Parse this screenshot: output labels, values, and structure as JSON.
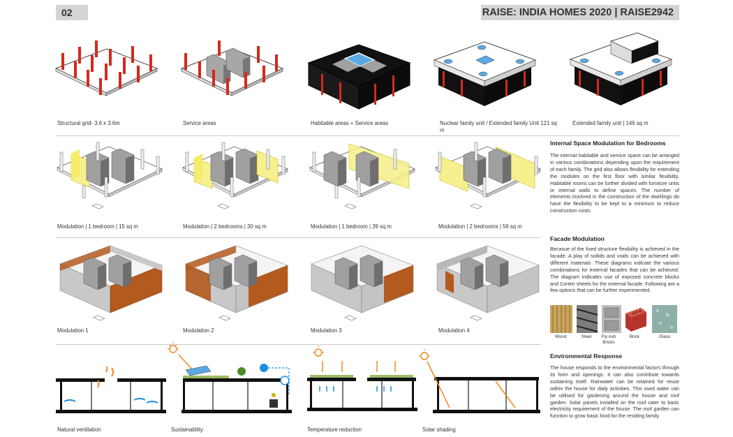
{
  "header": {
    "page_number": "02",
    "title": "RAISE: INDIA HOMES 2020 | RAISE2942"
  },
  "rows": {
    "structure": [
      {
        "caption": "Structural grid- 3.6 x 3.6m"
      },
      {
        "caption": "Service areas"
      },
      {
        "caption": "Habitable areas + Service areas"
      },
      {
        "caption": "Nuclear family unit / Extended family Unit 121 sq m"
      },
      {
        "caption": "Extended  family unit  |  146 sq m"
      }
    ],
    "modulation": [
      {
        "caption": "Modulation | 1 bedroom | 15 sq m"
      },
      {
        "caption": "Modulation | 2 bedrooms | 30 sq m"
      },
      {
        "caption": "Modulation | 1 bedroom | 39 sq m"
      },
      {
        "caption": "Modulation  | 2 bedrooms | 56 sq m"
      }
    ],
    "facade": [
      {
        "caption": "Modulation 1"
      },
      {
        "caption": "Modulation 2"
      },
      {
        "caption": "Modulation 3"
      },
      {
        "caption": "Modulation 4"
      }
    ],
    "environment": [
      {
        "caption": "Natural ventilation"
      },
      {
        "caption": "Sustainability"
      },
      {
        "caption": "Temperature reduction"
      },
      {
        "caption": "Solar shading"
      }
    ]
  },
  "sidebar": {
    "internal": {
      "title": "Internal Space Modulation for Bedrooms",
      "text": "The internal habitable and service space can be arranged in various combinations depending upon the requirement of each family. The grid also allows flexibility for extending the modules on the first floor with similar flexibility. Habitable rooms can be further divided with furniture units or internal walls to define spaces. The number of elements involved in the construction of the dwellings do have the flexibility to be kept to a minimum to reduce construction costs."
    },
    "facade": {
      "title": "Facade Modulation",
      "text": "Becasue of the fixed structure flexibility is achieved in the facade. A play of soilids and voids can be achieved with different materials .These diagrams indicate the various combinations for external facades  that can be achieved. The diagram indicates use of exposed concrete blocks and Corten sheets for the external facade. Following are a few options that can be further experimented."
    },
    "materials": [
      {
        "label": "Wood",
        "color": "#c9a45e"
      },
      {
        "label": "Steel",
        "color": "#7d7d7d"
      },
      {
        "label": "Fly Ash Bricks",
        "color": "#9a9a9a"
      },
      {
        "label": "Brick",
        "color": "#b5332a"
      },
      {
        "label": "Glass",
        "color": "#8fb0a8"
      }
    ],
    "environment": {
      "title": "Environmental Response",
      "text": "The house responds to the environmental factors through its form and openings. It can also contribute towards sustaining itself. Rainwater can be retained for reuse within the house for daily activities. This used water can be utilised for gardening around the house and roof garden. Solar panels installed on the roof cater to basic electricity requirement of the house. The roof garden can function to grow basic food for the residing family."
    }
  },
  "colors": {
    "column_red": "#d42a1e",
    "service_grey": "#9c9c9c",
    "habitable_black": "#111111",
    "bedroom_yellow": "#f7f08e",
    "corten": "#b35a1f",
    "header_grey": "#d4d4d4",
    "water_blue": "#1a8fe0",
    "sun_orange": "#f08a1c"
  }
}
